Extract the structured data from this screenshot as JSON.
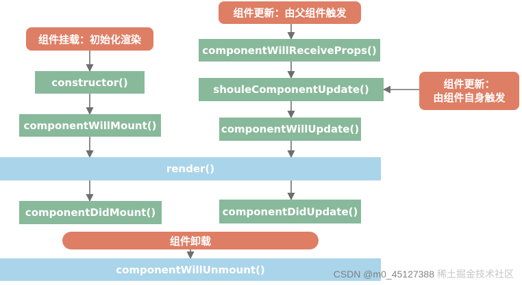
{
  "triggers": {
    "mount": "组件挂载：初始化渲染",
    "parent_update": "组件更新：由父组件触发",
    "self_update_line1": "组件更新：",
    "self_update_line2": "由组件自身触发",
    "unmount": "组件卸载"
  },
  "lifecycle": {
    "constructor": "constructor()",
    "will_mount": "componentWillMount()",
    "will_receive_props": "componentWillReceiveProps()",
    "should_update": "shouleComponentUpdate()",
    "will_update": "componentWillUpdate()",
    "render": "render()",
    "did_mount": "componentDidMount()",
    "did_update": "componentDidUpdate()",
    "will_unmount": "componentWillUnmount()"
  },
  "watermark": {
    "text": "CSDN @m0_45127388",
    "overlay": "稀土掘金技术社区"
  },
  "colors": {
    "lifecycle_green": "#88b99a",
    "render_blue": "#a9d4ea",
    "trigger_orange": "#de7e65",
    "arrow_gray": "#6e6e6e"
  }
}
